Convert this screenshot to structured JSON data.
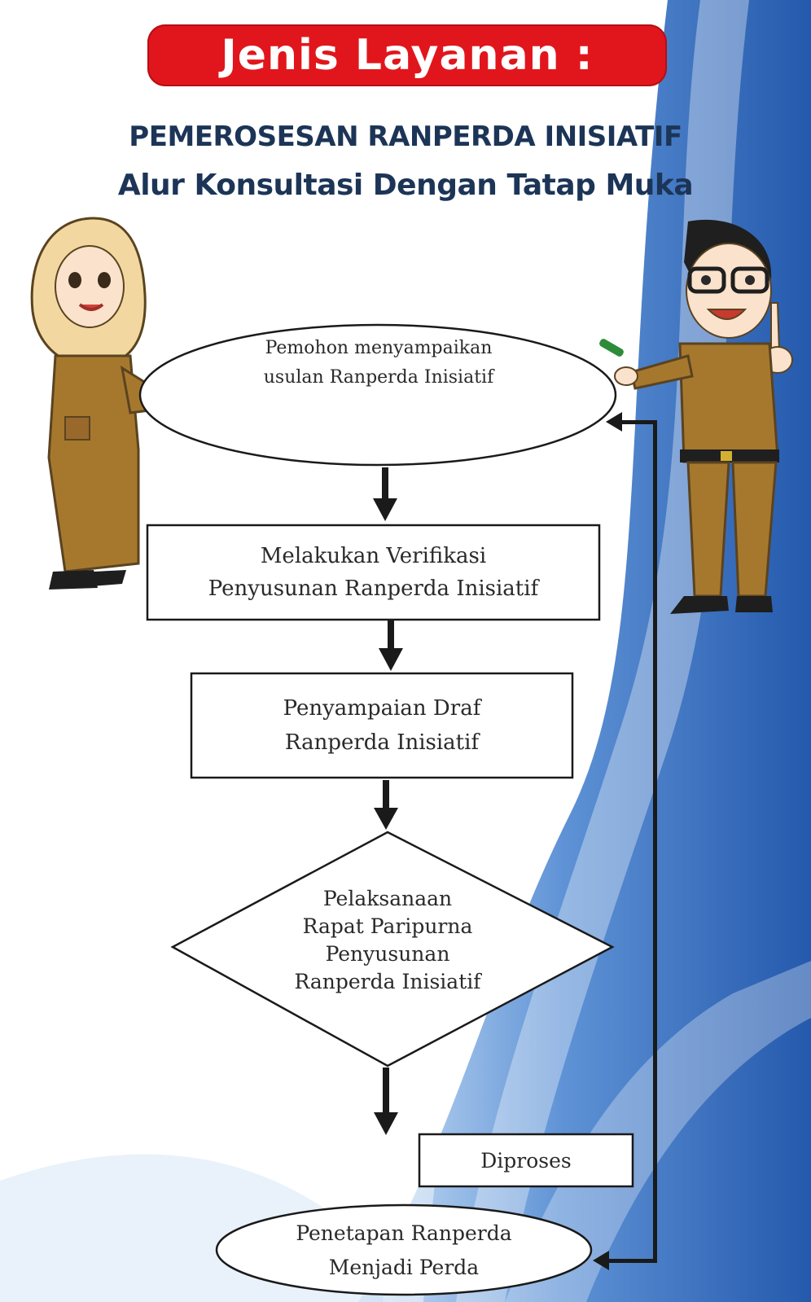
{
  "header": {
    "banner": "Jenis Layanan :",
    "title": "PEMEROSESAN RANPERDA INISIATIF",
    "subtitle": "Alur Konsultasi Dengan Tatap Muka"
  },
  "flow": {
    "start": [
      "Pemohon menyampaikan",
      "usulan Ranperda Inisiatif"
    ],
    "step1": [
      "Melakukan Verifikasi",
      "Penyusunan Ranperda Inisiatif"
    ],
    "step2": [
      "Penyampaian Draf",
      "Ranperda Inisiatif"
    ],
    "decision": [
      "Pelaksanaan",
      "Rapat Paripurna",
      "Penyusunan",
      "Ranperda Inisiatif"
    ],
    "process_label": "Diproses",
    "end": [
      "Penetapan Ranperda",
      "Menjadi Perda"
    ]
  },
  "colors": {
    "banner": "#e1161c",
    "title_text": "#1c3557",
    "background_blue": "#2f67b8",
    "uniform": "#a6782e"
  }
}
